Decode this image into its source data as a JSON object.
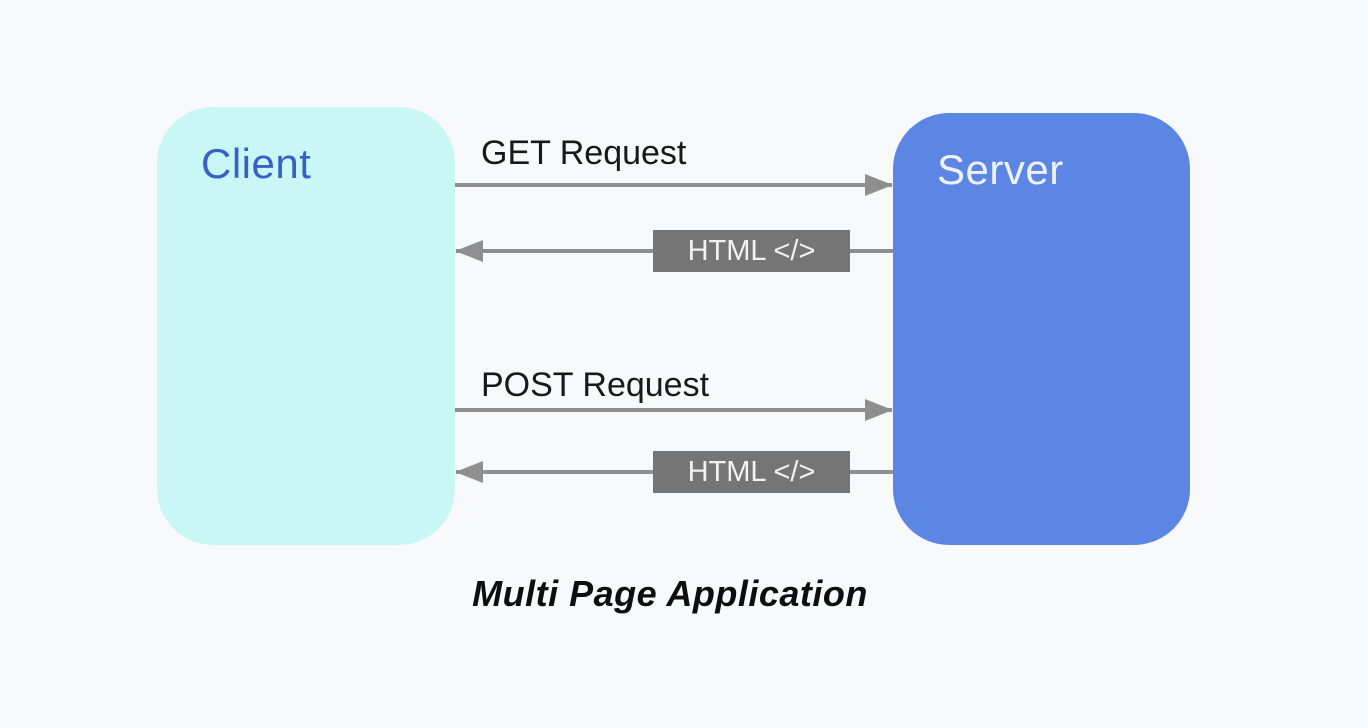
{
  "page": {
    "background": "#f8f9fa",
    "caption": "Multi Page Application"
  },
  "client": {
    "label": "Client",
    "fill": "#c9f7f5",
    "text_color": "#3661c6"
  },
  "server": {
    "label": "Server",
    "fill": "#5b86e4",
    "text_color": "#eef2f7"
  },
  "flows": {
    "get_request": {
      "label": "GET Request",
      "direction": "client-to-server"
    },
    "get_response": {
      "label": "HTML </>",
      "direction": "server-to-client",
      "badge_fill": "#757575"
    },
    "post_request": {
      "label": "POST Request",
      "direction": "client-to-server"
    },
    "post_response": {
      "label": "HTML </>",
      "direction": "server-to-client",
      "badge_fill": "#757575"
    }
  },
  "arrow_color": "#8f8f8f"
}
